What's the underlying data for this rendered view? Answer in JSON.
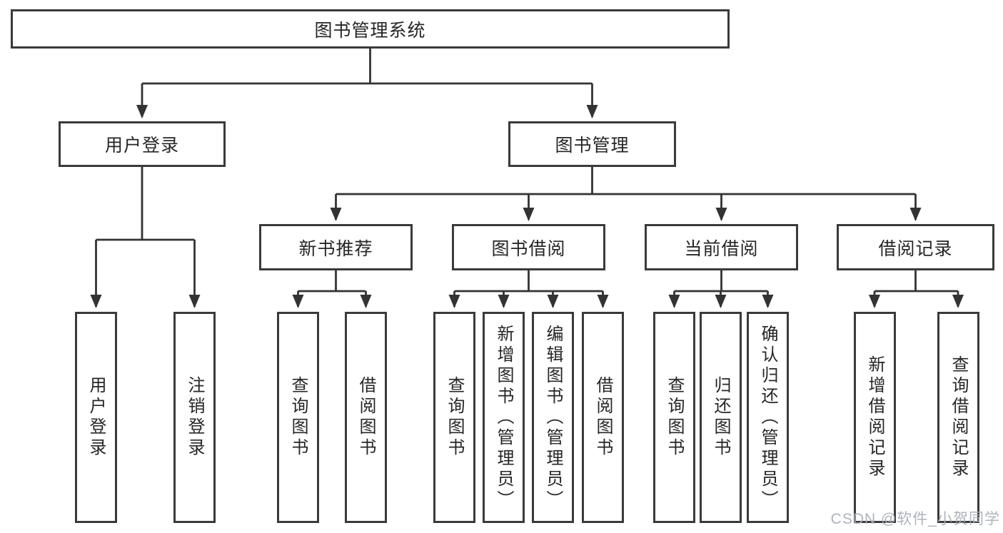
{
  "root": {
    "label": "图书管理系统"
  },
  "branches": [
    {
      "label": "用户登录",
      "leaves": [
        "用户登录",
        "注销登录"
      ]
    },
    {
      "label": "图书管理",
      "groups": [
        {
          "label": "新书推荐",
          "leaves": [
            "查询图书",
            "借阅图书"
          ]
        },
        {
          "label": "图书借阅",
          "leaves": [
            "查询图书",
            "新增图书（管理员）",
            "编辑图书（管理员）",
            "借阅图书"
          ]
        },
        {
          "label": "当前借阅",
          "leaves": [
            "查询图书",
            "归还图书",
            "确认归还（管理员）"
          ]
        },
        {
          "label": "借阅记录",
          "leaves": [
            "新增借阅记录",
            "查询借阅记录"
          ]
        }
      ]
    }
  ],
  "colors": {
    "line": "#333333",
    "border": "#3a3a3a",
    "text": "#262626",
    "watermark": "#aaafb8"
  },
  "watermark": {
    "text": "CSDN @软件_小贺同学"
  }
}
